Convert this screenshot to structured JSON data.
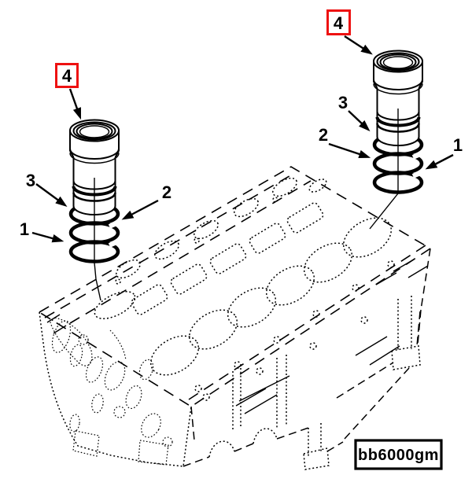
{
  "figure": {
    "code": "bb6000gm"
  },
  "colors": {
    "ink": "#000000",
    "highlight_red": "#ee1111",
    "background": "#ffffff"
  },
  "callouts": {
    "left": {
      "n1": "1",
      "n2": "2",
      "n3": "3",
      "n4": "4"
    },
    "right": {
      "n1": "1",
      "n2": "2",
      "n3": "3",
      "n4": "4"
    }
  }
}
